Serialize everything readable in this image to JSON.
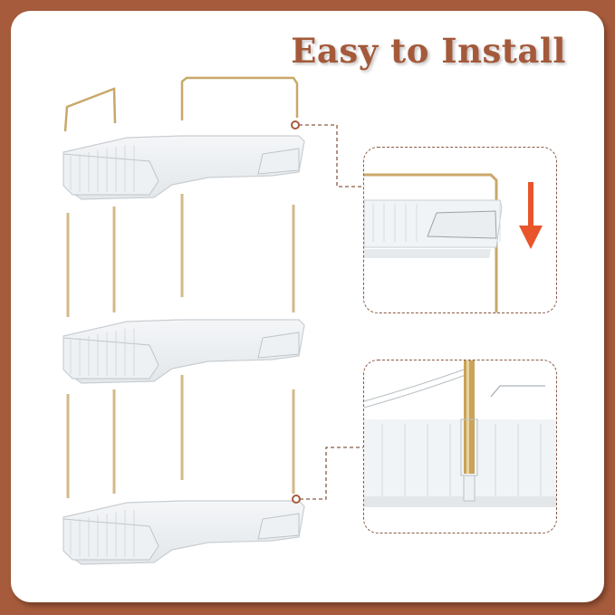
{
  "title": "Easy to Install",
  "colors": {
    "background_border": "#a65c3c",
    "title_text": "#a4593a",
    "gold_rod": "#c9a86a",
    "arrow": "#e9552b",
    "dashed_callout": "#8a5a44"
  },
  "diagram": {
    "shelves": [
      {
        "label": "top-shelf",
        "tier": 1
      },
      {
        "label": "middle-shelf",
        "tier": 2
      },
      {
        "label": "bottom-shelf",
        "tier": 3
      }
    ],
    "insets": [
      {
        "label": "rod-insert-detail",
        "icon": "down-arrow"
      },
      {
        "label": "rod-socket-detail"
      }
    ]
  }
}
